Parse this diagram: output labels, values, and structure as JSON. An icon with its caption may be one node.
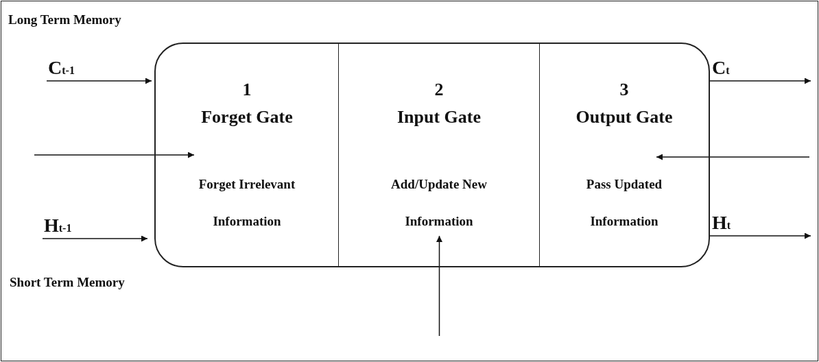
{
  "diagram": {
    "nodes": [
      {
        "text": [],
        "shape": "box"
      },
      {
        "text": [
          "1",
          "Forget Gate",
          "Forget Irrelevant Information"
        ],
        "in": 0
      },
      {
        "text": [
          "2",
          "Input Gate",
          "Add/Update New Information"
        ],
        "in": 0
      },
      {
        "text": [
          "3",
          "Output Gate",
          "Pass Updated Information"
        ],
        "in": 0
      }
    ],
    "edges": [
      {
        "from": null,
        "to": 1,
        "arrow": "to",
        "label": "C$_{t-1}$"
      },
      {
        "from": null,
        "to": 1,
        "arrow": "to"
      },
      {
        "from": null,
        "to": 1,
        "arrow": "to",
        "label": "H$_{t-1}$"
      },
      {
        "from": 3,
        "to": null,
        "arrow": "to",
        "label": "C$_{t}$"
      },
      {
        "from": null,
        "to": 3,
        "arrow": "to"
      },
      {
        "from": 3,
        "to": null,
        "arrow": "to",
        "label": "H$_{t}$"
      },
      {
        "from": null,
        "to": 2,
        "arrow": "to"
      }
    ],
    "labels": [
      "Long Term Memory",
      "Short Term Memory"
    ]
  }
}
